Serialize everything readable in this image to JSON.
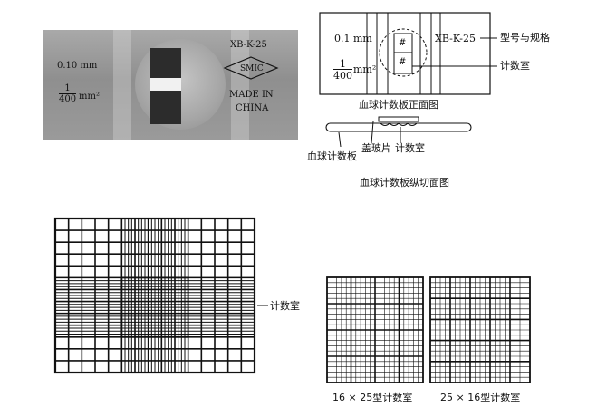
{
  "photo": {
    "model": "XB-K-25",
    "logo": "SMIC",
    "made_in_line1": "MADE IN",
    "made_in_line2": "CHINA",
    "depth": "0.10 mm",
    "area_num": "1",
    "area_den": "400",
    "area_unit": "mm²"
  },
  "front_view": {
    "depth": "0.1 mm",
    "area_num": "1",
    "area_den": "400",
    "area_unit": "mm²",
    "model": "XB-K-25",
    "hash1": "#",
    "hash2": "#",
    "callout_model": "型号与规格",
    "callout_chamber": "计数室",
    "caption": "血球计数板正面图"
  },
  "section_view": {
    "cover_label": "盖玻片",
    "chamber_label": "计数室",
    "plate_label": "血球计数板",
    "caption": "血球计数板纵切面图"
  },
  "big_grid": {
    "callout": "计数室"
  },
  "small_grids": {
    "caption_left": "16 × 25型计数室",
    "caption_right": "25 × 16型计数室"
  }
}
